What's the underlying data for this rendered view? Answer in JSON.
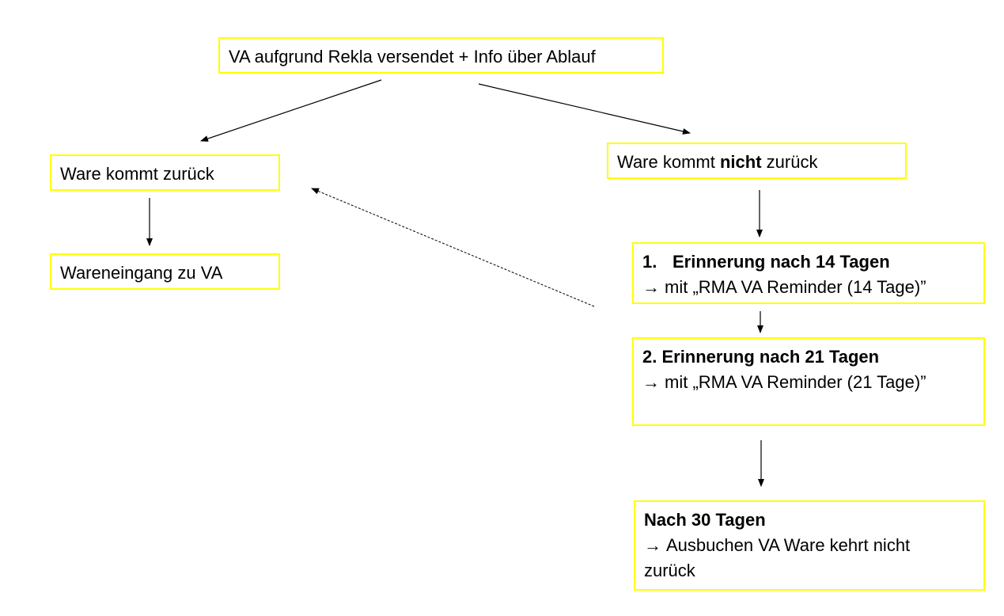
{
  "start": {
    "text": "VA aufgrund Rekla versendet + Info über Ablauf"
  },
  "left_branch": {
    "returned": "Ware kommt zurück",
    "goods_receipt": "Wareneingang zu VA"
  },
  "right_branch": {
    "not_returned_prefix": "Ware kommt ",
    "not_returned_bold": "nicht",
    "not_returned_suffix": " zurück",
    "reminder1": {
      "number": "1.",
      "title": "Erinnerung nach 14 Tagen",
      "arrow": "→",
      "text": "mit „RMA VA Reminder (14 Tage)”"
    },
    "reminder2": {
      "title": "2. Erinnerung nach 21 Tagen",
      "arrow": "→",
      "text": "mit „RMA VA Reminder (21 Tage)”"
    },
    "final": {
      "title": "Nach 30 Tagen",
      "arrow": "→",
      "text_line1": "Ausbuchen VA Ware kehrt nicht",
      "text_line2": "zurück"
    }
  },
  "colors": {
    "box_border": "#ffff00",
    "connector": "#000000"
  }
}
